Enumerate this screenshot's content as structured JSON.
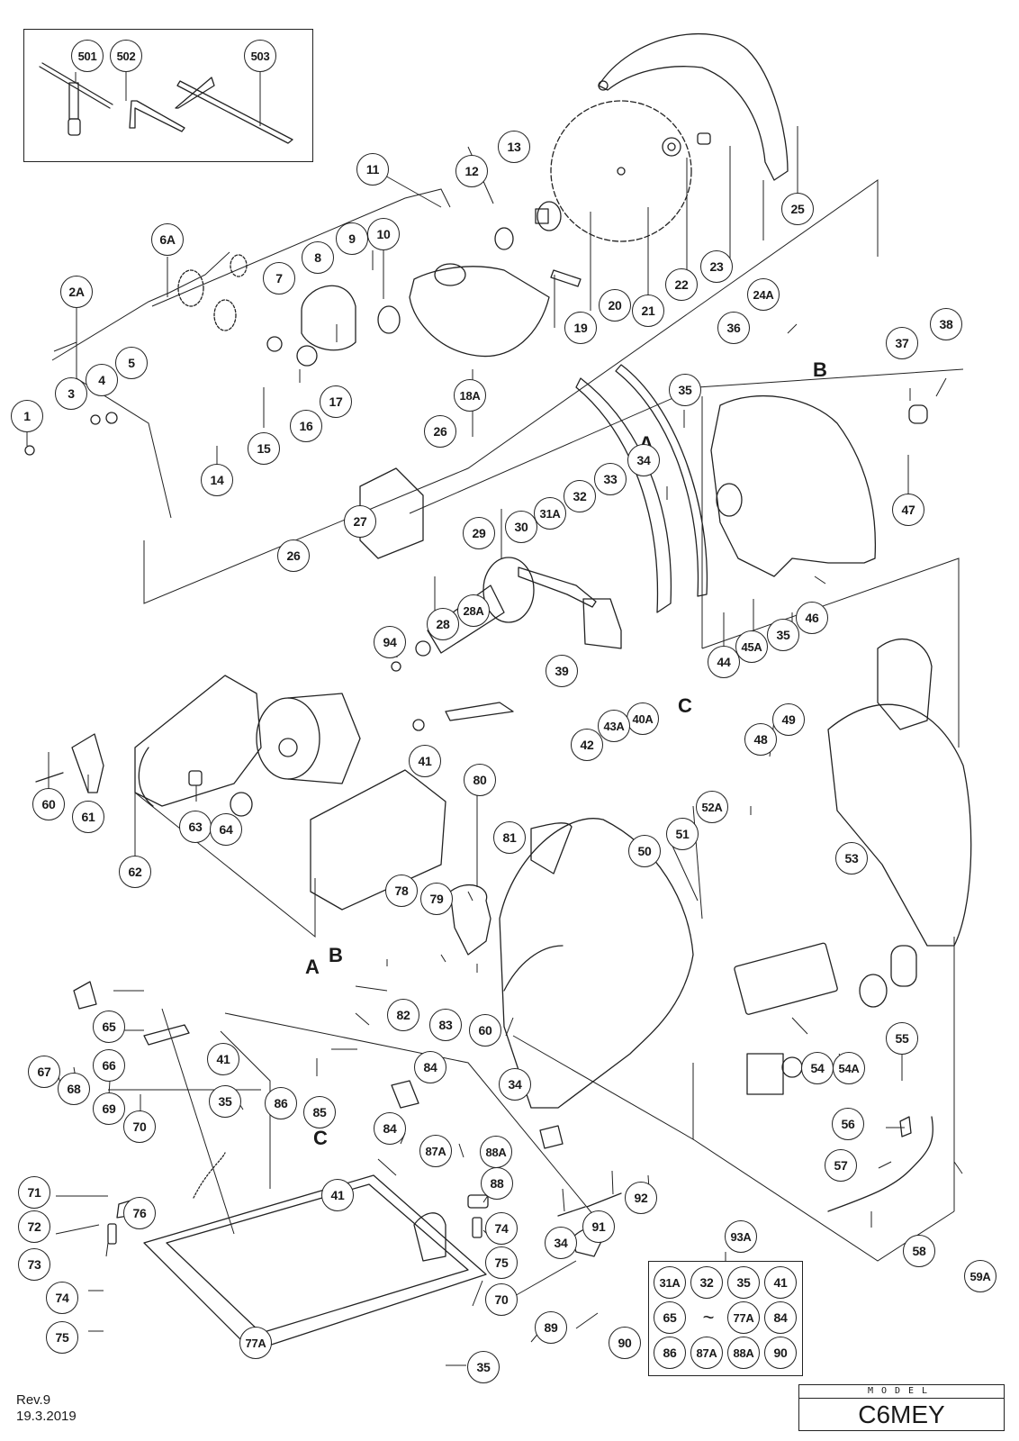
{
  "document": {
    "type": "exploded parts diagram",
    "model_label": "MODEL",
    "model": "C6MEY",
    "revision": "Rev.9",
    "date": "19.3.2019"
  },
  "accessory_tools": [
    "501",
    "502",
    "503"
  ],
  "reference_letters": [
    "A",
    "B",
    "C"
  ],
  "kit": {
    "label": "93A",
    "rows": [
      [
        "31A",
        "32",
        "35",
        "41"
      ],
      [
        "65",
        "~",
        "77A",
        "84"
      ],
      [
        "86",
        "87A",
        "88A",
        "90"
      ]
    ]
  },
  "parts": [
    "1",
    "2A",
    "3",
    "4",
    "5",
    "6A",
    "7",
    "8",
    "9",
    "10",
    "11",
    "12",
    "13",
    "14",
    "15",
    "16",
    "17",
    "18A",
    "19",
    "20",
    "21",
    "22",
    "23",
    "24A",
    "25",
    "26",
    "27",
    "28",
    "28A",
    "29",
    "30",
    "31A",
    "32",
    "33",
    "34",
    "35",
    "36",
    "37",
    "38",
    "39",
    "40A",
    "41",
    "42",
    "43A",
    "44",
    "45A",
    "46",
    "47",
    "48",
    "49",
    "50",
    "51",
    "52A",
    "53",
    "54",
    "54A",
    "55",
    "56",
    "57",
    "58",
    "59A",
    "60",
    "61",
    "62",
    "63",
    "64",
    "65",
    "66",
    "67",
    "68",
    "69",
    "70",
    "71",
    "72",
    "73",
    "74",
    "75",
    "76",
    "77A",
    "78",
    "79",
    "80",
    "81",
    "82",
    "83",
    "84",
    "85",
    "86",
    "87A",
    "88",
    "88A",
    "89",
    "90",
    "91",
    "92",
    "93A",
    "94"
  ]
}
